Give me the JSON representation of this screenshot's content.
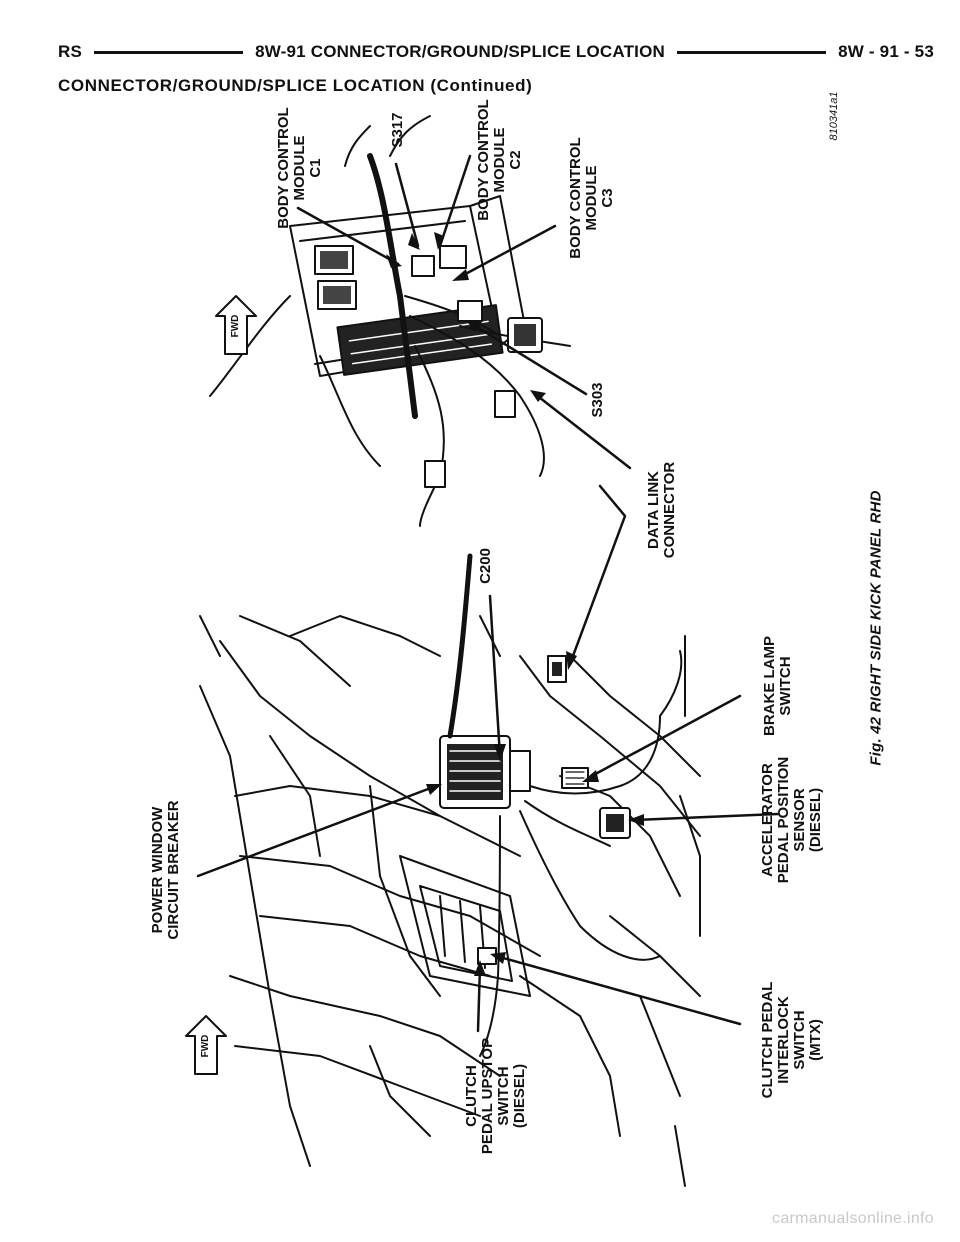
{
  "header": {
    "left": "RS",
    "center": "8W-91 CONNECTOR/GROUND/SPLICE LOCATION",
    "right": "8W - 91 - 53"
  },
  "subheader": "CONNECTOR/GROUND/SPLICE LOCATION (Continued)",
  "figure": {
    "caption": "Fig. 42 RIGHT SIDE KICK PANEL RHD",
    "code": "810341a1",
    "arrow_label": "FWD",
    "callouts": {
      "bcm_c1": "BODY CONTROL\nMODULE\nC1",
      "s317": "S317",
      "bcm_c2": "BODY CONTROL\nMODULE\nC2",
      "bcm_c3": "BODY CONTROL\nMODULE\nC3",
      "s303": "S303",
      "data_link": "DATA LINK\nCONNECTOR",
      "c200": "C200",
      "power_window": "POWER WINDOW\nCIRCUIT BREAKER",
      "brake_lamp": "BRAKE LAMP\nSWITCH",
      "accelerator": "ACCELERATOR\nPEDAL POSITION\nSENSOR\n(DIESEL)",
      "clutch_interlock": "CLUTCH PEDAL\nINTERLOCK\nSWITCH\n(MTX)",
      "clutch_upstop": "CLUTCH\nPEDAL UPSTOP\nSWITCH\n(DIESEL)"
    }
  },
  "watermark": "carmanualsonline.info"
}
